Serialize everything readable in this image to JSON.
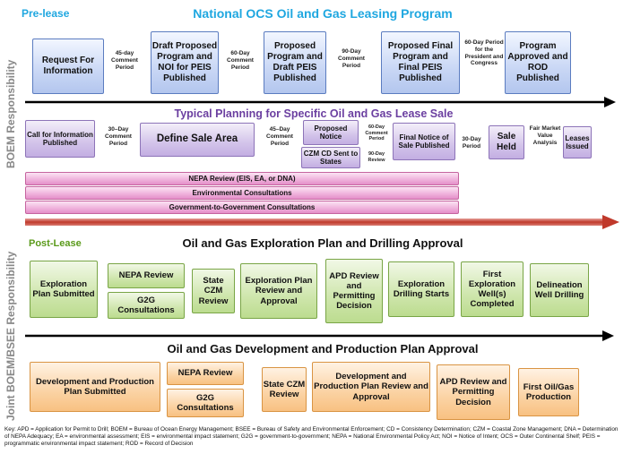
{
  "header": {
    "pre_lease": "Pre-lease",
    "main_title": "National OCS Oil and Gas Leasing Program"
  },
  "side_labels": {
    "boem": "BOEM Responsibility",
    "joint": "Joint BOEM/BSEE Responsibility"
  },
  "program": {
    "b1": "Request For Information",
    "g1": "45-day Comment Period",
    "b2": "Draft Proposed Program and NOI for PEIS Published",
    "g2": "60-Day Comment Period",
    "b3": "Proposed Program and Draft PEIS Published",
    "g3": "90-Day Comment Period",
    "b4": "Proposed Final Program and Final PEIS Published",
    "g4": "60-Day Period for the President and Congress",
    "b5": "Program Approved and ROD Published"
  },
  "planning": {
    "title": "Typical Planning for Specific Oil and Gas Lease Sale",
    "call": "Call for Information Published",
    "g1": "30–Day Comment Period",
    "define": "Define Sale Area",
    "g2": "45–Day Comment Period",
    "proposed_notice": "Proposed Notice",
    "czm_cd": "CZM CD Sent to States",
    "g3a": "60-Day Comment Period",
    "g3b": "90-Day Review",
    "final_notice": "Final Notice of Sale Published",
    "g4": "30-Day Period",
    "sale": "Sale Held",
    "fmv": "Fair Market Value Analysis",
    "leases": "Leases Issued",
    "nepa": "NEPA Review (EIS, EA, or DNA)",
    "env": "Environmental Consultations",
    "g2g": "Government-to-Government Consultations"
  },
  "post_lease": {
    "label": "Post-Lease",
    "title": "Oil and Gas Exploration Plan and Drilling Approval",
    "e1": "Exploration Plan Submitted",
    "e2a": "NEPA Review",
    "e2b": "G2G Consultations",
    "e3": "State CZM Review",
    "e4": "Exploration Plan Review and Approval",
    "e5": "APD Review and Permitting Decision",
    "e6": "Exploration Drilling Starts",
    "e7": "First Exploration Well(s) Completed",
    "e8": "Delineation Well Drilling"
  },
  "development": {
    "title": "Oil and Gas Development and Production Plan Approval",
    "d1": "Development and Production Plan Submitted",
    "d2a": "NEPA Review",
    "d2b": "G2G Consultations",
    "d3": "State CZM Review",
    "d4": "Development and Production Plan Review and Approval",
    "d5": "APD Review and Permitting Decision",
    "d6": "First Oil/Gas Production"
  },
  "key": "Key: APD = Application for Permit to Drill; BOEM = Bureau of Ocean Energy Management; BSEE = Bureau of Safety and Environmental Enforcement; CD = Consistency Determination; CZM = Coastal Zone Management; DNA = Determination of NEPA Adequacy; EA = environmental assessment; EIS = environmental impact statement; G2G = government-to-government; NEPA = National Environmental Policy Act; NOI = Notice of Intent; OCS = Outer Continental Shelf; PEIS = programmatic environmental impact statement; ROD = Record of Decision",
  "colors": {
    "blue_title": "#1fa7e0",
    "purple_title": "#6b3fa0",
    "green_label": "#5a9a1a",
    "arrow_red": "#c0392b"
  }
}
